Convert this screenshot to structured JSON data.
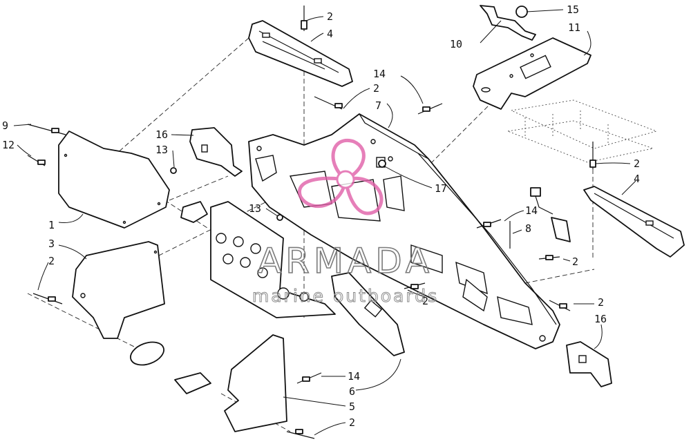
{
  "diagram": {
    "callouts": [
      {
        "id": "c2a",
        "text": "2"
      },
      {
        "id": "c4a",
        "text": "4"
      },
      {
        "id": "c15",
        "text": "15"
      },
      {
        "id": "c10",
        "text": "10"
      },
      {
        "id": "c11",
        "text": "11"
      },
      {
        "id": "c14a",
        "text": "14"
      },
      {
        "id": "c2b",
        "text": "2"
      },
      {
        "id": "c7",
        "text": "7"
      },
      {
        "id": "c9",
        "text": "9"
      },
      {
        "id": "c12",
        "text": "12"
      },
      {
        "id": "c16a",
        "text": "16"
      },
      {
        "id": "c13a",
        "text": "13"
      },
      {
        "id": "c17",
        "text": "17"
      },
      {
        "id": "c2c",
        "text": "2"
      },
      {
        "id": "c4b",
        "text": "4"
      },
      {
        "id": "c1",
        "text": "1"
      },
      {
        "id": "c13b",
        "text": "13"
      },
      {
        "id": "c14b",
        "text": "14"
      },
      {
        "id": "c8",
        "text": "8"
      },
      {
        "id": "c3",
        "text": "3"
      },
      {
        "id": "c2d",
        "text": "2"
      },
      {
        "id": "c2e",
        "text": "2"
      },
      {
        "id": "c2f",
        "text": "2"
      },
      {
        "id": "c2g",
        "text": "2"
      },
      {
        "id": "c16b",
        "text": "16"
      },
      {
        "id": "c14c",
        "text": "14"
      },
      {
        "id": "c6",
        "text": "6"
      },
      {
        "id": "c5",
        "text": "5"
      },
      {
        "id": "c2h",
        "text": "2"
      }
    ]
  },
  "watermark": {
    "brand": "ARMADA",
    "tagline": "marine outboards",
    "logo_color": "#e060a8"
  }
}
